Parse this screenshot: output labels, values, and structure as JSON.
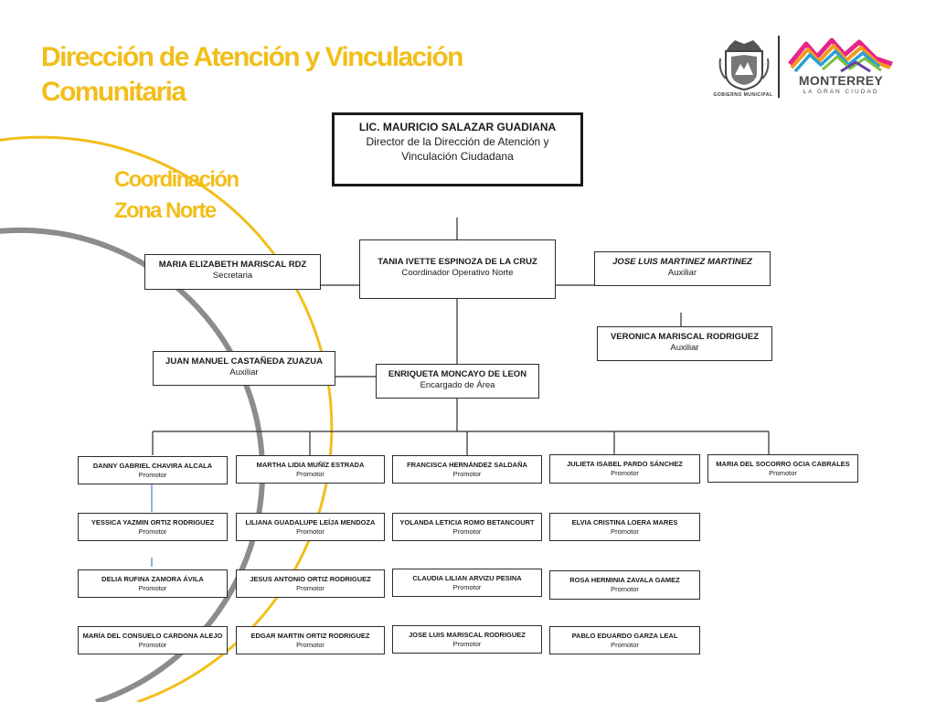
{
  "header": {
    "title_line1": "Dirección de Atención y Vinculación",
    "title_line2": "Comunitaria",
    "subtitle_line1": "Coordinación",
    "subtitle_line2": "Zona Norte"
  },
  "logo": {
    "caption": "GOBIERNO MUNICIPAL",
    "name": "MONTERREY",
    "tagline": "LA GRAN CIUDAD"
  },
  "colors": {
    "accent_yellow": "#f2be1a",
    "deco_gray": "#8c8c8c",
    "box_border": "#2c2c2c"
  },
  "org": {
    "director": {
      "name": "LIC. MAURICIO SALAZAR GUADIANA",
      "role": "Director  de la Dirección de Atención y Vinculación Ciudadana"
    },
    "coordinator": {
      "name": "TANIA IVETTE ESPINOZA DE LA CRUZ",
      "role": "Coordinador Operativo Norte"
    },
    "secretary": {
      "name": "MARIA ELIZABETH MARISCAL RDZ",
      "role": "Secretaria"
    },
    "aux1": {
      "name": "JOSE LUIS MARTINEZ MARTINEZ",
      "role": "Auxiliar"
    },
    "aux2": {
      "name": "VERONICA MARISCAL RODRIGUEZ",
      "role": "Auxiliar"
    },
    "aux3": {
      "name": "JUAN MANUEL CASTAÑEDA ZUAZUA",
      "role": "Auxiliar"
    },
    "area": {
      "name": "ENRIQUETA MONCAYO DE LEON",
      "role": "Encargado de Área"
    },
    "promotores": [
      [
        {
          "name": "DANNY GABRIEL CHAVIRA ALCALA",
          "role": "Promotor"
        },
        {
          "name": "YESSICA YAZMIN ORTIZ RODRIGUEZ",
          "role": "Promotor"
        },
        {
          "name": "DELIA RUFINA ZAMORA ÁVILA",
          "role": "Promotor"
        },
        {
          "name": "MARÍA DEL CONSUELO CARDONA ALEJO",
          "role": "Promotor"
        }
      ],
      [
        {
          "name": "MARTHA LIDIA MUÑÍZ ESTRADA",
          "role": "Promotor"
        },
        {
          "name": "LILIANA GUADALUPE LEÍJA MENDOZA",
          "role": "Promotor"
        },
        {
          "name": "JESUS ANTONIO ORTIZ RODRIGUEZ",
          "role": "Promotor"
        },
        {
          "name": "EDGAR MARTIN ORTIZ RODRIGUEZ",
          "role": "Promotor"
        }
      ],
      [
        {
          "name": "FRANCISCA HERNÁNDEZ SALDAÑA",
          "role": "Promotor"
        },
        {
          "name": "YOLANDA LETICIA ROMO BETANCOURT",
          "role": "Promotor"
        },
        {
          "name": "CLAUDIA LILIAN ARVIZU PESINA",
          "role": "Promotor"
        },
        {
          "name": "JOSE LUIS MARISCAL RODRIGUEZ",
          "role": "Promotor"
        }
      ],
      [
        {
          "name": "JULIETA ISABEL PARDO SÁNCHEZ",
          "role": "Promotor"
        },
        {
          "name": "ELVIA CRISTINA LOERA MARES",
          "role": "Promotor"
        },
        {
          "name": "ROSA HERMINIA ZAVALA GAMEZ",
          "role": "Promotor"
        },
        {
          "name": "PABLO EDUARDO GARZA LEAL",
          "role": "Promotor"
        }
      ],
      [
        {
          "name": "MARIA DEL SOCORRO GCIA CABRALES",
          "role": "Promotor"
        }
      ]
    ]
  }
}
